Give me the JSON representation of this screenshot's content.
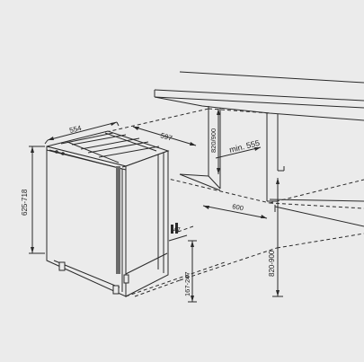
{
  "colors": {
    "background": "#ebebeb",
    "line": "#2a2a2a",
    "dark_panel": "#5a5a5a"
  },
  "dimensions": {
    "width_top": "554",
    "depth_top": "597",
    "height_unit": "625-718",
    "niche_height_top": "820/900",
    "min_depth": "min. 555",
    "niche_width": "600",
    "plinth_gap": "47",
    "plinth_height": "167-247",
    "niche_height_floor": "820-900"
  }
}
